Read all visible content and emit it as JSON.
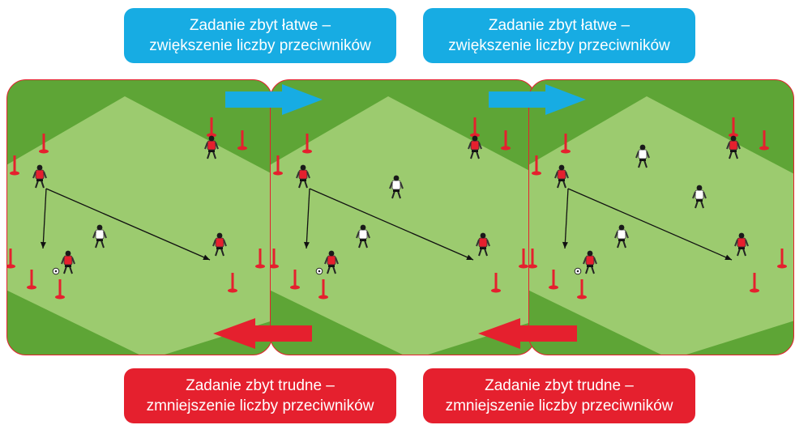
{
  "labels_top": [
    {
      "line1": "Zadanie zbyt łatwe –",
      "line2": "zwiększenie liczby przeciwników"
    },
    {
      "line1": "Zadanie zbyt łatwe –",
      "line2": "zwiększenie liczby przeciwników"
    }
  ],
  "labels_bottom": [
    {
      "line1": "Zadanie zbyt trudne –",
      "line2": "zmniejszenie liczby przeciwników"
    },
    {
      "line1": "Zadanie zbyt trudne –",
      "line2": "zmniejszenie liczby przeciwników"
    }
  ],
  "panels": [
    {
      "defenders": 1
    },
    {
      "defenders": 2
    },
    {
      "defenders": 3
    }
  ],
  "colors": {
    "blue": "#17ace3",
    "red": "#e5202e",
    "grass_dark": "#5ea536",
    "grass_light": "#9ccb6f",
    "attacker_shirt": "#e5202e",
    "defender_shirt": "#ffffff"
  }
}
